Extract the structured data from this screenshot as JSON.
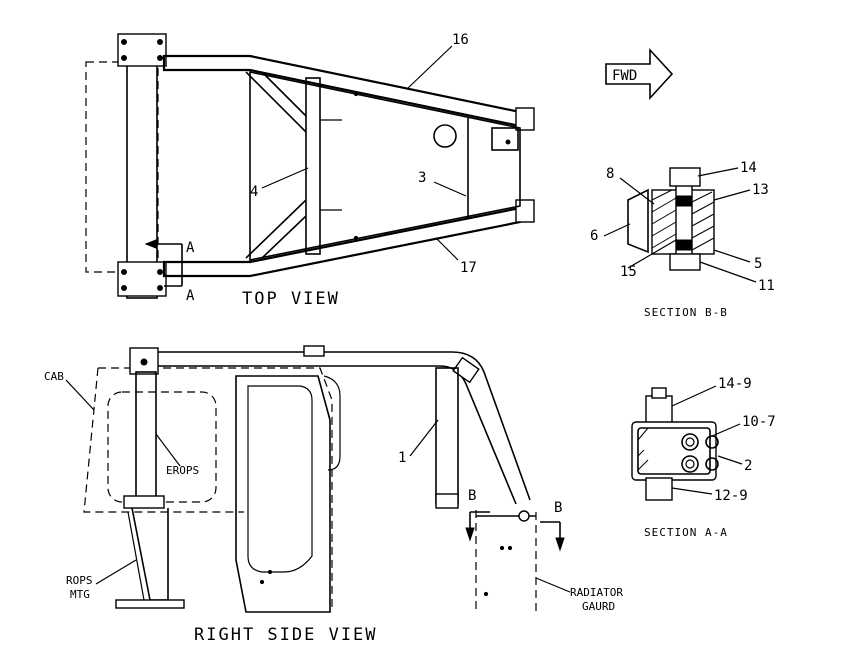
{
  "views": {
    "top_view": "TOP VIEW",
    "right_side_view": "RIGHT SIDE VIEW",
    "section_b": "SECTION B-B",
    "section_a": "SECTION A-A"
  },
  "fwd": "FWD",
  "callouts": {
    "c16": "16",
    "c3": "3",
    "c4": "4",
    "c17": "17",
    "c14": "14",
    "c8": "8",
    "c13": "13",
    "c6": "6",
    "c15": "15",
    "c5": "5",
    "c11": "11",
    "c14_9": "14-9",
    "c10_7": "10-7",
    "c2": "2",
    "c12_9": "12-9",
    "c1": "1"
  },
  "section_markers": {
    "a_upper": "A",
    "a_lower": "A",
    "b_left": "B",
    "b_right": "B"
  },
  "part_labels": {
    "cab": "CAB",
    "erops": "EROPS",
    "rops_line1": "ROPS",
    "rops_line2": "MTG",
    "radiator_line1": "RADIATOR",
    "radiator_line2": "GAURD"
  }
}
